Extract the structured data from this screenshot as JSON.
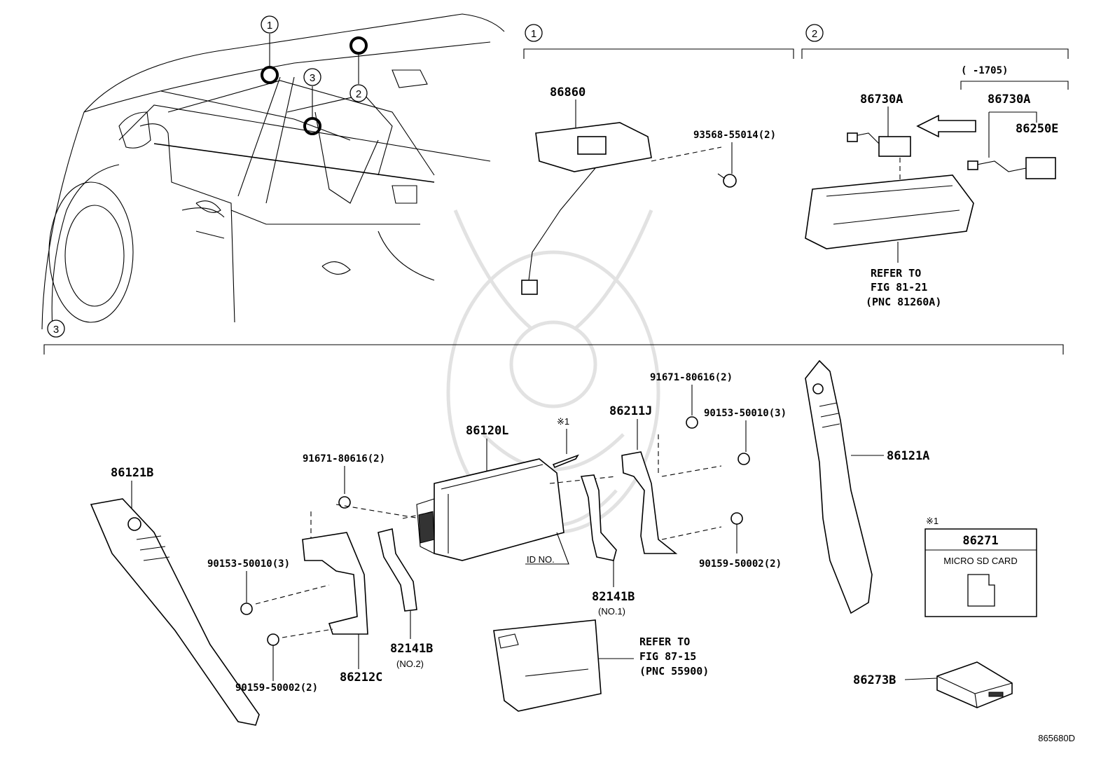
{
  "diagram_id": "865680D",
  "callouts": [
    "1",
    "2",
    "3"
  ],
  "group1": {
    "parts": [
      "86860",
      "93568-55014(2)"
    ]
  },
  "group2": {
    "range": "(      -1705)",
    "parts": [
      "86730A",
      "86730A",
      "86250E"
    ],
    "refer": [
      "REFER TO",
      "FIG 81-21",
      "(PNC 81260A)"
    ]
  },
  "group3": {
    "parts": {
      "p86121B": "86121B",
      "p86120L": "86120L",
      "p86211J": "86211J",
      "p86121A": "86121A",
      "p91671a": "91671-80616(2)",
      "p91671b": "91671-80616(2)",
      "p90153a": "90153-50010(3)",
      "p90153b": "90153-50010(3)",
      "p90159a": "90159-50002(2)",
      "p90159b": "90159-50002(2)",
      "p86212C": "86212C",
      "p82141B2": "82141B",
      "p82141B1": "82141B",
      "p86273B": "86273B"
    },
    "notes": {
      "no2": "(NO.2)",
      "no1": "(NO.1)",
      "id_no": "ID NO.",
      "mark1": "※1",
      "mark1_box": "※1"
    },
    "refer": [
      "REFER TO",
      "FIG 87-15",
      "(PNC 55900)"
    ],
    "sd_box": {
      "part": "86271",
      "label": "MICRO SD CARD"
    }
  }
}
